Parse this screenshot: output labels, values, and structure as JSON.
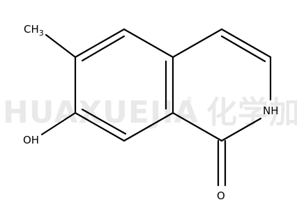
{
  "structure": {
    "labels": {
      "methyl": "CH",
      "methyl_subscript": "3",
      "hydroxyl": "OH",
      "amine": "NH",
      "carbonyl_oxygen": "O"
    }
  },
  "watermark": {
    "text": "HUAXUEJIA",
    "registered_mark": "®",
    "cjk_text": "化学加"
  },
  "colors": {
    "bond": "#000000",
    "watermark": "#e9e9e9"
  }
}
